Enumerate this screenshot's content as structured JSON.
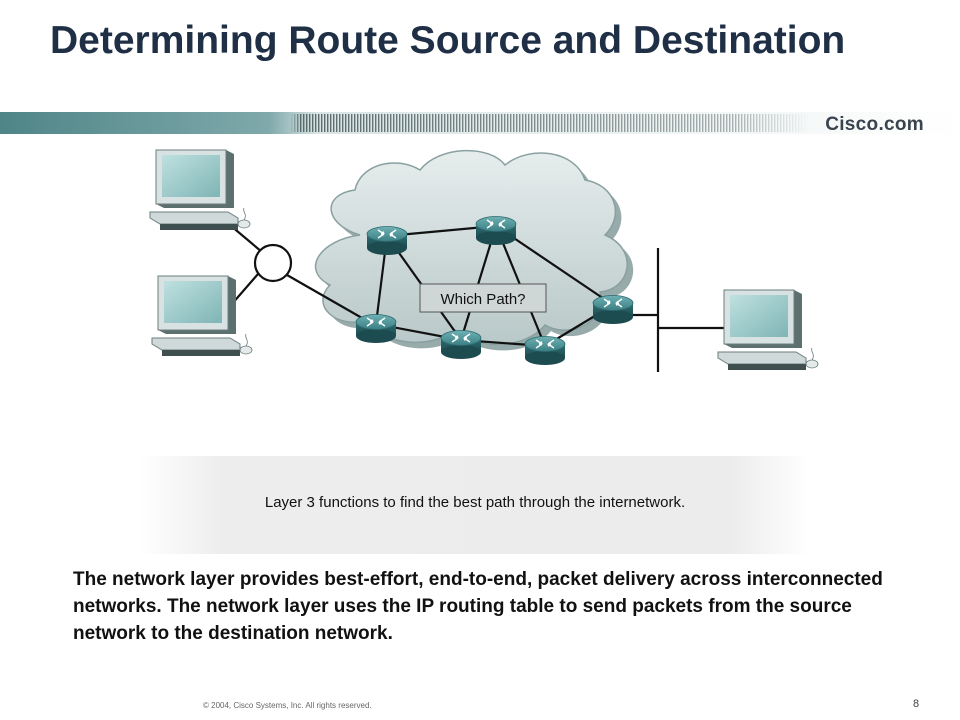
{
  "slide": {
    "title": "Determining Route Source and Destination",
    "brand": "Cisco.com",
    "diagram_label": "Which Path?",
    "caption": "Layer 3 functions to find the best path through the internetwork.",
    "body": "The network layer provides best-effort, end-to-end, packet delivery across interconnected networks. The network layer uses the IP routing table to send packets from the source network to the destination network.",
    "copyright": "© 2004, Cisco Systems, Inc. All rights reserved.",
    "page_number": "8"
  },
  "colors": {
    "title": "#1f2f45",
    "bar": "#5b8f92",
    "cloud": "#c9d6d6",
    "router": "#3f8a8f",
    "monitor": "#94c6c6"
  }
}
